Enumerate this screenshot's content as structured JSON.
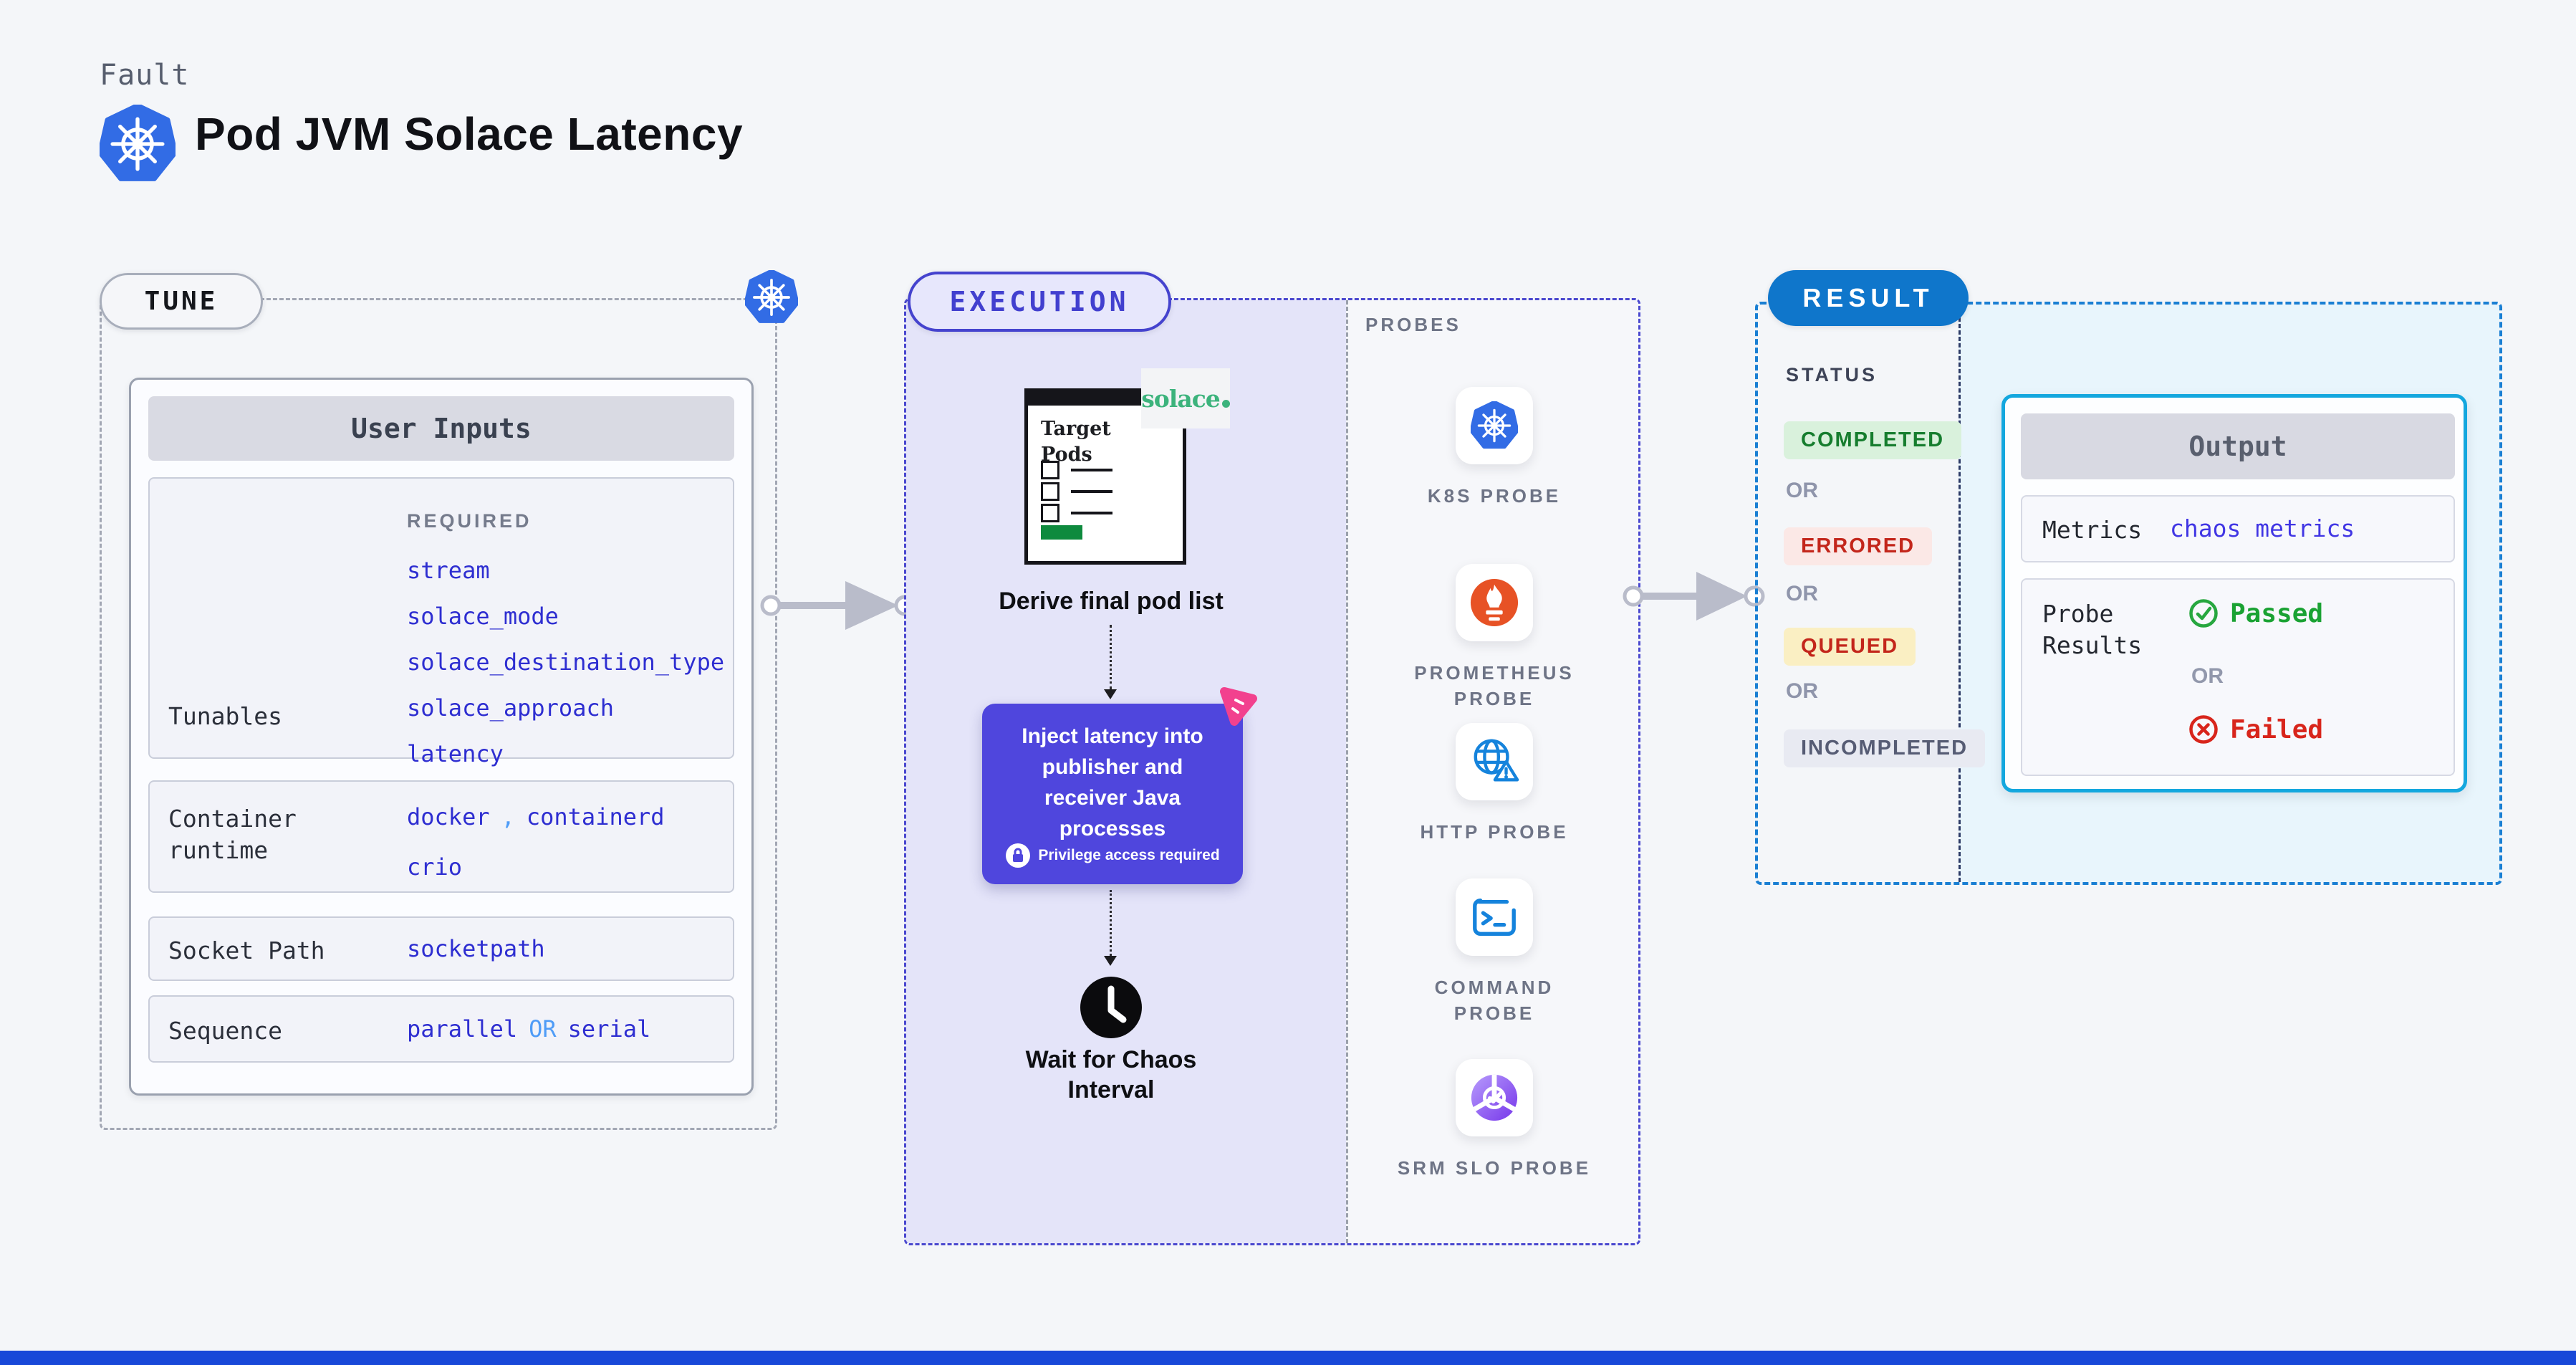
{
  "header": {
    "kicker": "Fault",
    "title": "Pod JVM Solace Latency"
  },
  "tune": {
    "badge": "TUNE",
    "card_title": "User Inputs",
    "required": "REQUIRED",
    "tunables_label": "Tunables",
    "tunables": [
      "stream",
      "solace_mode",
      "solace_destination_type",
      "solace_approach",
      "latency"
    ],
    "container_label": "Container runtime",
    "container_values": {
      "a": "docker",
      "sep": ",",
      "b": "containerd",
      "c": "crio"
    },
    "socket_label": "Socket Path",
    "socket_value": "socketpath",
    "sequence_label": "Sequence",
    "sequence": {
      "a": "parallel",
      "or": "OR",
      "b": "serial"
    }
  },
  "execution": {
    "badge": "EXECUTION",
    "target": {
      "title": "Target Pods",
      "logo": "solace"
    },
    "step_derive": "Derive final pod list",
    "inject_text": "Inject latency into publisher and receiver Java processes",
    "privilege": "Privilege access required",
    "step_wait": "Wait for Chaos Interval",
    "probes_title": "PROBES",
    "probes": [
      {
        "label": "K8S PROBE",
        "icon": "kubernetes-icon"
      },
      {
        "label": "PROMETHEUS PROBE",
        "icon": "prometheus-icon"
      },
      {
        "label": "HTTP PROBE",
        "icon": "http-globe-icon"
      },
      {
        "label": "COMMAND PROBE",
        "icon": "terminal-icon"
      },
      {
        "label": "SRM SLO PROBE",
        "icon": "srm-slo-icon"
      }
    ]
  },
  "result": {
    "badge": "RESULT",
    "status_title": "STATUS",
    "or": "OR",
    "statuses": [
      {
        "label": "COMPLETED",
        "kind": "success"
      },
      {
        "label": "ERRORED",
        "kind": "error"
      },
      {
        "label": "QUEUED",
        "kind": "queued"
      },
      {
        "label": "INCOMPLETED",
        "kind": "incomplete"
      }
    ],
    "output": {
      "title": "Output",
      "metrics_label": "Metrics",
      "metrics_value": "chaos metrics",
      "probe_results_label": "Probe Results",
      "passed": "Passed",
      "or": "OR",
      "failed": "Failed"
    }
  },
  "colors": {
    "kubernetes_blue": "#326ce5",
    "solace_green": "#3cb37c",
    "inject_indigo": "#4f46dd",
    "execution_indigo": "#4543ce",
    "result_blue": "#0f76cb",
    "output_border_cyan": "#14a7de",
    "success_green": "#1aa233",
    "error_red": "#d8251b",
    "prometheus_orange": "#e75225",
    "probe_blue": "#1583dc",
    "srm_purple": "#7c3aed",
    "chaos_pink": "#f2418e"
  }
}
